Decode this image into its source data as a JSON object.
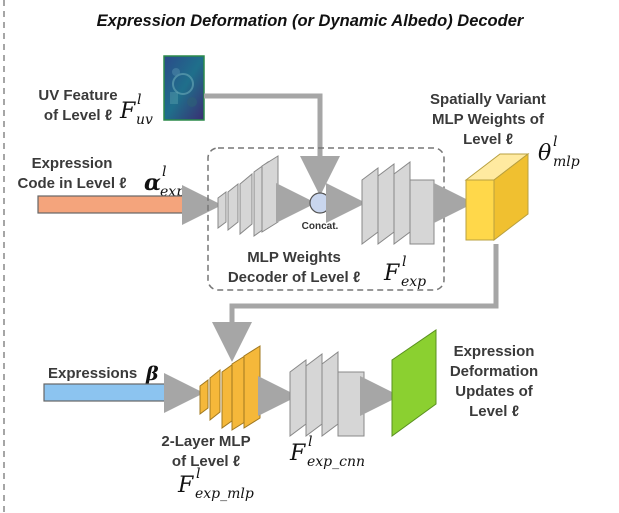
{
  "title": "Expression Deformation (or Dynamic Albedo) Decoder",
  "uv_feature": {
    "line1": "UV Feature",
    "line2": "of Level ℓ",
    "symbol": "F",
    "sup": "l",
    "sub": "uv"
  },
  "expr_code": {
    "line1": "Expression",
    "line2": "Code in Level ℓ",
    "symbol": "α",
    "sup": "l",
    "sub": "exp"
  },
  "mlp_weights_decoder": {
    "line1": "MLP Weights",
    "line2": "Decoder of Level ℓ",
    "symbol": "F",
    "sup": "l",
    "sub": "exp"
  },
  "concat_label": "Concat.",
  "spatial_mlp": {
    "line1": "Spatially Variant",
    "line2": "MLP Weights of",
    "line3": "Level ℓ",
    "symbol": "θ",
    "sup": "l",
    "sub": "mlp"
  },
  "expressions": {
    "label": "Expressions",
    "symbol": "β"
  },
  "two_layer_mlp": {
    "line1": "2-Layer MLP",
    "line2": "of Level ℓ",
    "symbol": "F",
    "sup": "l",
    "sub": "exp_mlp"
  },
  "cnn": {
    "symbol": "F",
    "sup": "l",
    "sub": "exp_cnn"
  },
  "output": {
    "line1": "Expression",
    "line2": "Deformation",
    "line3": "Updates of",
    "line4": "Level ℓ"
  },
  "colors": {
    "orange_bar": "#f4a47c",
    "blue_bar": "#8cc4f0",
    "yellow_block": "#ffd84a",
    "green_block": "#8bd030",
    "gray_layer": "#d6d6d6",
    "arrow": "#a6a6a6"
  }
}
